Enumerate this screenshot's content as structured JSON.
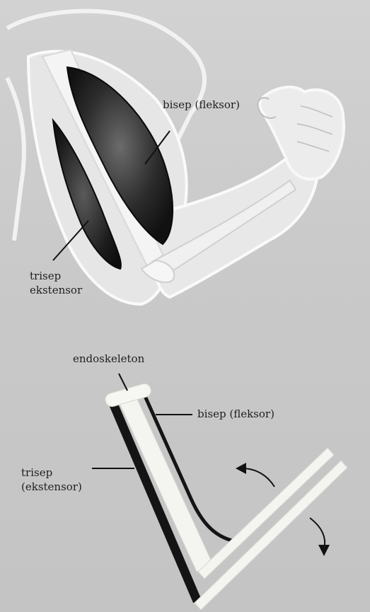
{
  "labels": {
    "biceps_top": "bisep (fleksor)",
    "triceps_top_line1": "trisep",
    "triceps_top_line2": "ekstensor",
    "endoskeleton": "endoskeleton",
    "biceps_bottom": "bisep (fleksor)",
    "triceps_bottom_line1": "trisep",
    "triceps_bottom_line2": "(ekstensor)"
  }
}
